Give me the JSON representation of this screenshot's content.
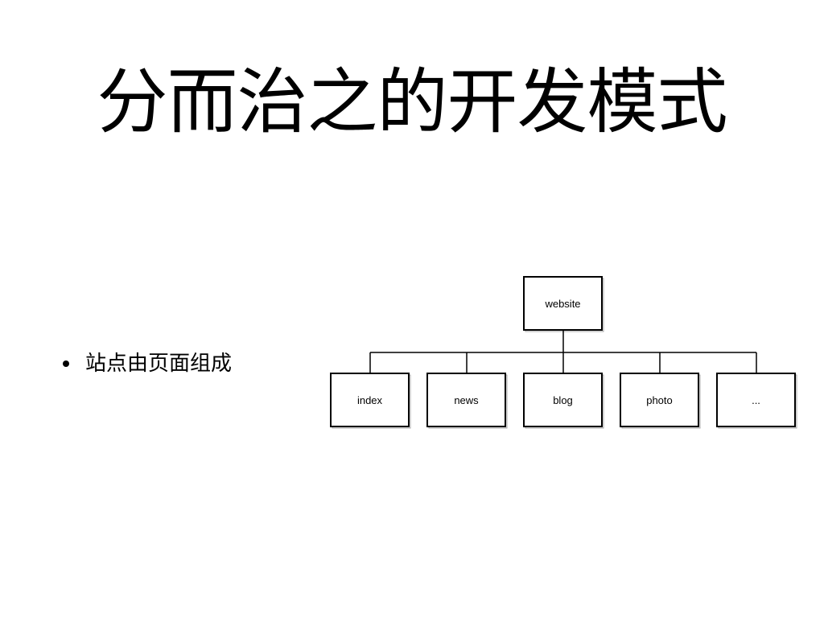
{
  "slide": {
    "title": "分而治之的开发模式",
    "bullets": [
      "站点由页面组成"
    ]
  },
  "diagram": {
    "root": "website",
    "children": [
      "index",
      "news",
      "blog",
      "photo",
      "..."
    ]
  }
}
